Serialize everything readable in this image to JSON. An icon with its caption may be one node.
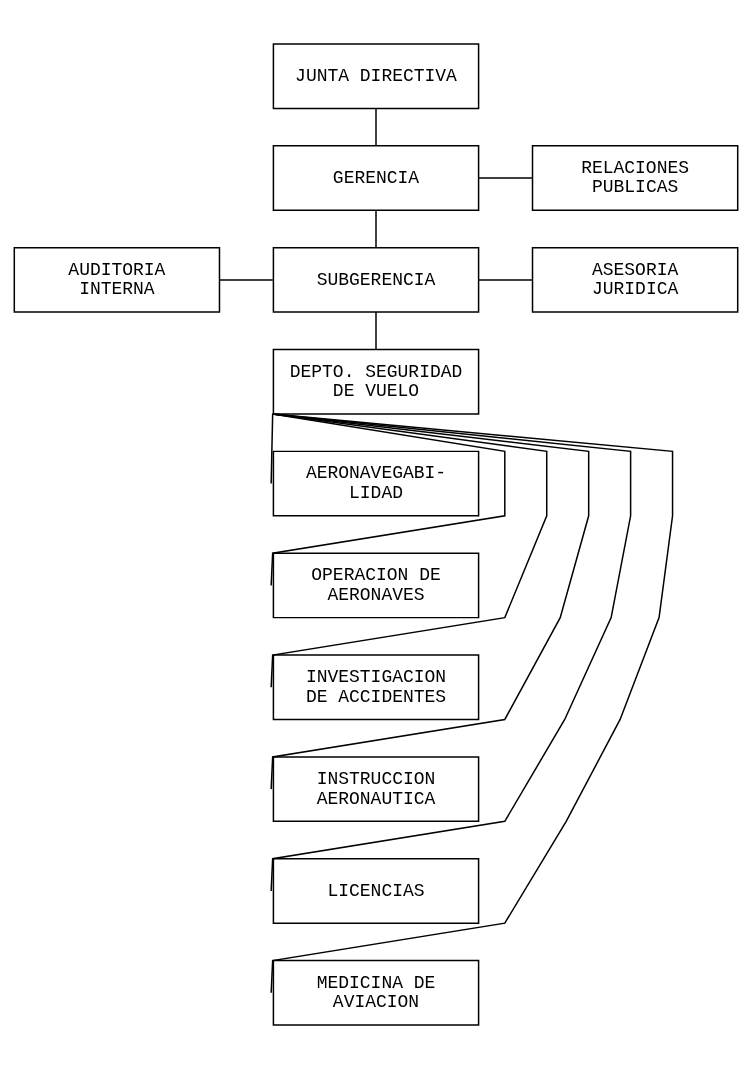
{
  "diagram": {
    "nodes": [
      {
        "text": [
          "JUNTA DIRECTIVA"
        ]
      },
      {
        "text": [
          "GERENCIA"
        ]
      },
      {
        "text": [
          "RELACIONES PUBLICAS"
        ]
      },
      {
        "text": [
          "AUDITORIA INTERNA"
        ]
      },
      {
        "text": [
          "SUBGERENCIA"
        ]
      },
      {
        "text": [
          "ASESORIA JURIDICA"
        ]
      },
      {
        "text": [
          "DEPTO. SEGURIDAD DE VUELO"
        ]
      },
      {
        "text": [
          "AERONAVEGABI- LIDAD"
        ]
      },
      {
        "text": [
          "OPERACION DE AERONAVES"
        ]
      },
      {
        "text": [
          "INVESTIGACION DE ACCIDENTES"
        ]
      },
      {
        "text": [
          "INSTRUCCION AERONAUTICA"
        ]
      },
      {
        "text": [
          "LICENCIAS"
        ]
      },
      {
        "text": [
          "MEDICINA DE AVIACION"
        ]
      }
    ],
    "edges": [
      {
        "from": 0,
        "to": 1,
        "arrow": "none"
      },
      {
        "from": 1,
        "to": 2,
        "arrow": "none"
      },
      {
        "from": 1,
        "to": 4,
        "arrow": "none"
      },
      {
        "from": 3,
        "to": 4,
        "arrow": "none"
      },
      {
        "from": 4,
        "to": 5,
        "arrow": "none"
      },
      {
        "from": 4,
        "to": 6,
        "arrow": "none"
      },
      {
        "from": 6,
        "to": 7,
        "arrow": "none"
      },
      {
        "from": 6,
        "to": 8,
        "arrow": "none"
      },
      {
        "from": 6,
        "to": 9,
        "arrow": "none"
      },
      {
        "from": 6,
        "to": 10,
        "arrow": "none"
      },
      {
        "from": 6,
        "to": 11,
        "arrow": "none"
      },
      {
        "from": 6,
        "to": 12,
        "arrow": "none"
      }
    ]
  }
}
